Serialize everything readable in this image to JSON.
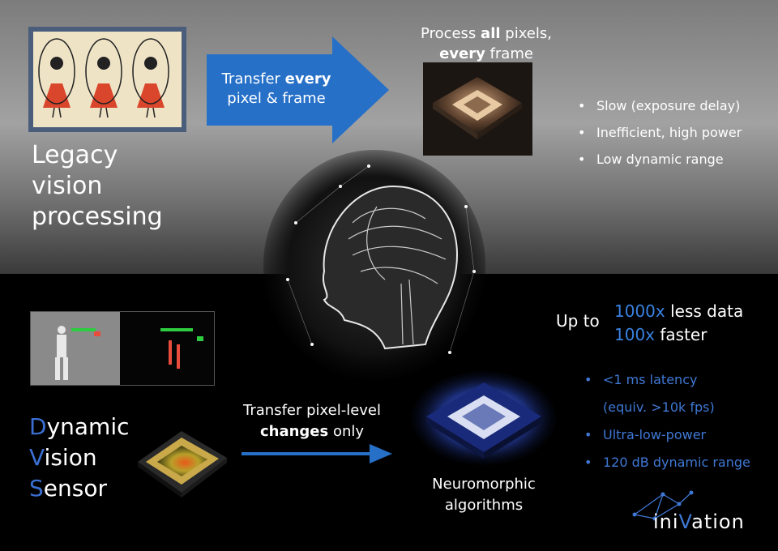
{
  "top": {
    "legacy_title_lines": [
      "Legacy",
      "vision",
      "processing"
    ],
    "transfer": {
      "pre": "Transfer ",
      "bold": "every",
      "post": "pixel & frame"
    },
    "process": {
      "pre": "Process ",
      "bold1": "all",
      "mid": " pixels,",
      "bold2": "every",
      "post": " frame"
    },
    "bullets": [
      "Slow (exposure delay)",
      "Inefficient, high power",
      "Low dynamic range"
    ]
  },
  "bottom": {
    "dvs_title": [
      {
        "initial": "D",
        "rest": "ynamic"
      },
      {
        "initial": "V",
        "rest": "ision"
      },
      {
        "initial": "S",
        "rest": "ensor"
      }
    ],
    "transfer": {
      "line1": "Transfer pixel-level",
      "bold": "changes",
      "post": " only"
    },
    "neuro_lines": [
      "Neuromorphic",
      "algorithms"
    ],
    "upto": "Up to",
    "upto_lines": [
      {
        "value": "1000x",
        "text": " less data"
      },
      {
        "value": "100x",
        "text": " faster"
      }
    ],
    "bullets": [
      "<1 ms latency",
      "(equiv. >10k fps)",
      "Ultra-low-power",
      "120 dB dynamic range"
    ]
  },
  "logo": {
    "pre": "ini",
    "v": "V",
    "post": "ation"
  },
  "colors": {
    "accent_blue": "#3a6fd1",
    "arrow_blue": "#2670c8",
    "bullet_blue": "#3f78d4"
  }
}
